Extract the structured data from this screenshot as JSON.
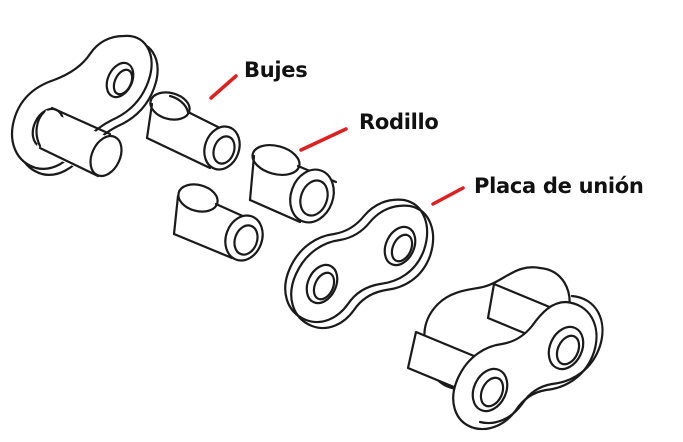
{
  "colors": {
    "outline": "#1a1a1a",
    "leader": "#e02020",
    "background": "#ffffff"
  },
  "labels": {
    "bushings": "Bujes",
    "roller": "Rodillo",
    "connecting_plate": "Placa de unión"
  }
}
